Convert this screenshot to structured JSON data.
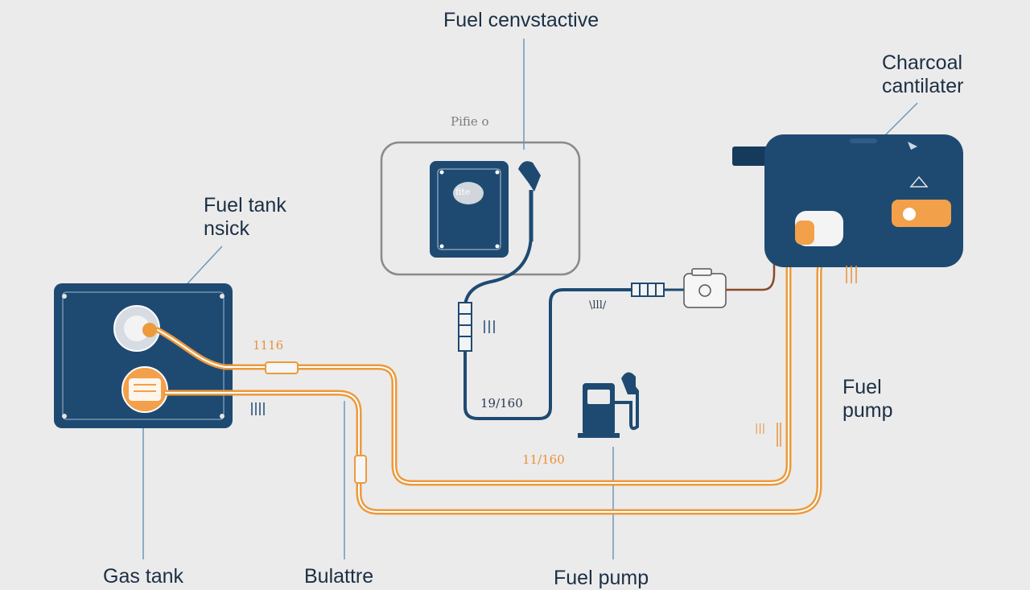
{
  "labels": {
    "top_title": "Fuel cenvstactive",
    "fuel_tank_neck": "Fuel tank\nnsick",
    "charcoal_canister": "Charcoal\ncantilater",
    "fuel_pump_right": "Fuel\npump",
    "gas_tank_bottom": "Gas tank",
    "bottom_middle": "Bulattre",
    "fuel_pump_bottom": "Fuel pump"
  },
  "small_texts": {
    "filter_mark": "Pifie o",
    "line_mark_left": "1116",
    "line_mark_center": "\\lll/",
    "line_mark_bottom": "11/160",
    "valve_code": "19/160",
    "vertical_mark": "|||",
    "device_badge": "fite"
  },
  "colors": {
    "background": "#ebebeb",
    "navy": "#1e4a72",
    "navy_dark": "#163a5c",
    "orange": "#ec9a3c",
    "label_text": "#1c2f44",
    "gray_line": "#8a8a8a"
  },
  "icons": [
    "fuel-pump-icon",
    "gauge-icon",
    "valve-icon",
    "connector-icon"
  ]
}
